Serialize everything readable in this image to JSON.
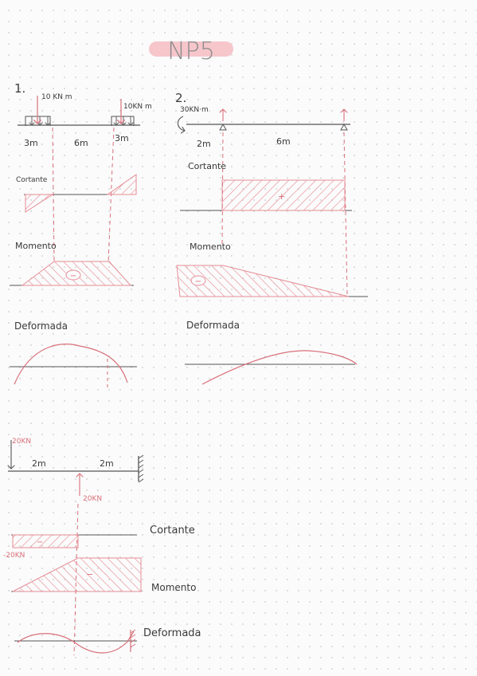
{
  "title": "NP5",
  "colors": {
    "accent": "#e58d96",
    "ink": "#555555",
    "highlight": "#f6c6cb"
  },
  "problem1": {
    "number": "1.",
    "load_left": "10 KN m",
    "load_right": "10KN m",
    "span_left": "3m",
    "span_mid": "6m",
    "span_right": "3m",
    "shear_label": "Cortante",
    "moment_label": "Momento",
    "moment_sign": "−",
    "deflection_label": "Deformada"
  },
  "problem2": {
    "number": "2.",
    "moment_load": "30KN·m",
    "span_left": "2m",
    "span_right": "6m",
    "shear_label": "Cortante",
    "shear_sign": "+",
    "moment_label": "Momento",
    "moment_sign": "−",
    "deflection_label": "Deformada"
  },
  "problem3": {
    "load": "20KN",
    "span_left": "2m",
    "span_right": "2m",
    "reaction": "20KN",
    "shear_value": "-20KN",
    "shear_sign": "−",
    "shear_label": "Cortante",
    "moment_sign": "−",
    "moment_label": "Momento",
    "deflection_label": "Deformada"
  }
}
